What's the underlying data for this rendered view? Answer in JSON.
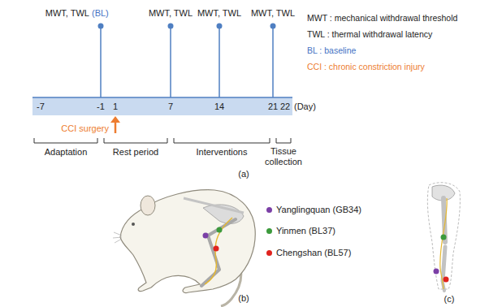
{
  "diagram": {
    "labels": [
      "MWT, TWL",
      "(BL)",
      "MWT, TWL",
      "MWT, TWL",
      "MWT, TWL",
      "-7",
      "-1",
      "1",
      "7",
      "14",
      "21",
      "22",
      "(Day)",
      "CCI surgery",
      "Adaptation",
      "Rest period",
      "Interventions",
      "Tissue collection",
      "(a)",
      "MWT : mechanical withdrawal threshold",
      "TWL : thermal withdrawal latency",
      "BL : baseline",
      "CCI : chronic constriction injury",
      "(b)",
      "(c)"
    ],
    "legend": [
      {
        "text": "Yanglingquan (GB34)",
        "color": "#7b3fa6"
      },
      {
        "text": "Yinmen (BL37)",
        "color": "#3c9a3c"
      },
      {
        "text": "Chengshan (BL57)",
        "color": "#e0231e"
      }
    ]
  }
}
